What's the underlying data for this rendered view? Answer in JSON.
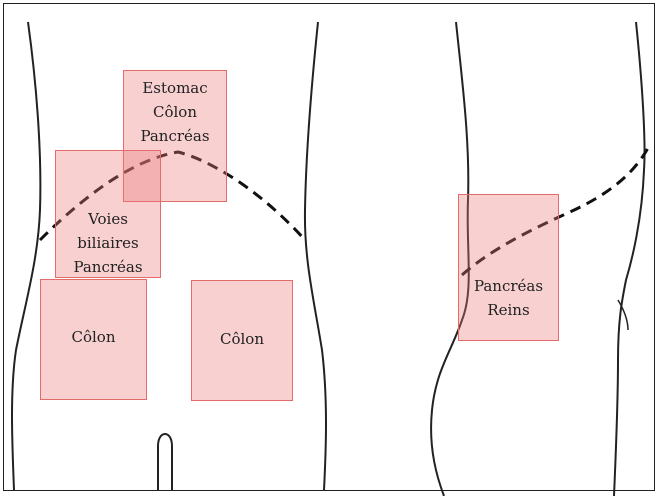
{
  "zones": {
    "estomac_colon_pancreas": "Estomac\nCôlon\nPancréas",
    "voies_biliaires_pancreas": "Voies\nbiliaires\nPancréas",
    "colon_left": "Côlon",
    "colon_right": "Côlon",
    "pancreas_reins": "Pancréas\nReins"
  },
  "colors": {
    "zone_fill": "#f0a6a6",
    "zone_border": "#e56a6a",
    "outline": "#222222",
    "dashed_line": "#111111"
  }
}
